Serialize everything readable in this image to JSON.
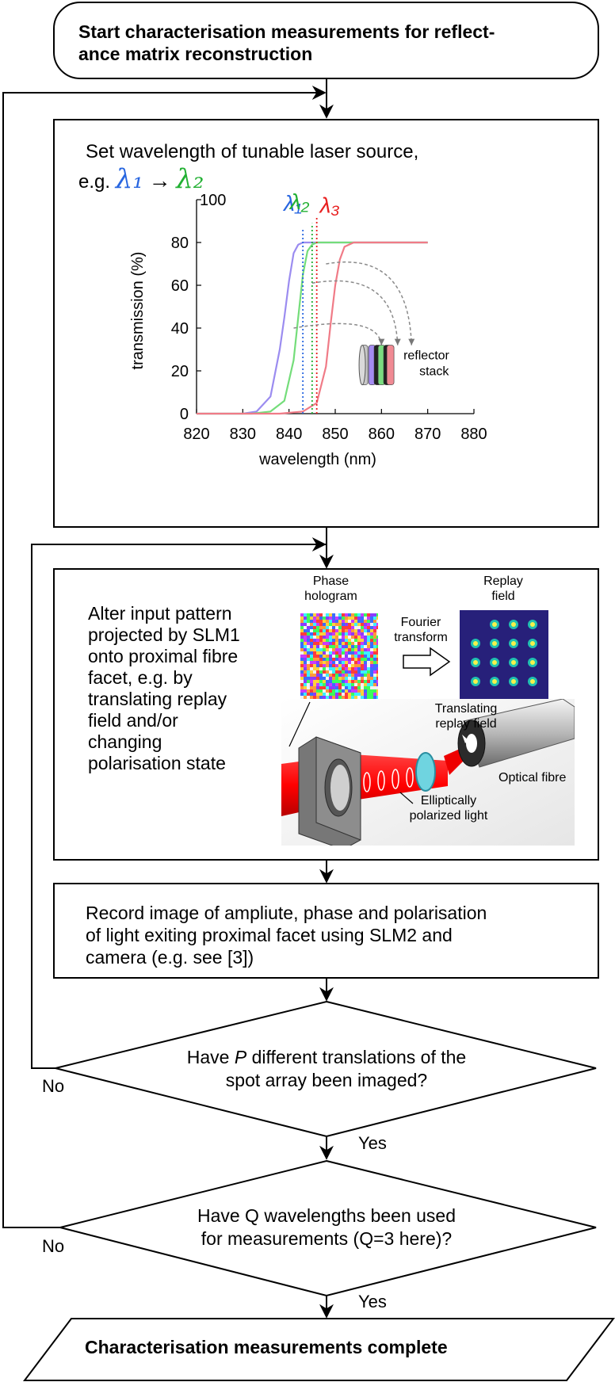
{
  "start": {
    "line1": "Start characterisation measurements for reflect-",
    "line2": "ance matrix reconstruction"
  },
  "wavelength_step": {
    "line1": "Set wavelength of tunable laser source,",
    "eg": "e.g.",
    "lambda1": "λ₁",
    "lambda2": "λ₂",
    "arrow": "→"
  },
  "chart_data": {
    "type": "line",
    "title": "",
    "xlabel": "wavelength (nm)",
    "ylabel": "transmission (%)",
    "xlim": [
      820,
      880
    ],
    "ylim": [
      0,
      100
    ],
    "xticks": [
      "820",
      "830",
      "840",
      "850",
      "860",
      "870",
      "880"
    ],
    "yticks": [
      "0",
      "20",
      "40",
      "60",
      "80",
      "100"
    ],
    "series": [
      {
        "color": "#9b8cf0",
        "points": [
          [
            820,
            0
          ],
          [
            830,
            0
          ],
          [
            833,
            1
          ],
          [
            836,
            8
          ],
          [
            838,
            30
          ],
          [
            839,
            45
          ],
          [
            840,
            62
          ],
          [
            841,
            75
          ],
          [
            842,
            79
          ],
          [
            843,
            80
          ],
          [
            870,
            80
          ]
        ]
      },
      {
        "color": "#74dd7a",
        "points": [
          [
            820,
            0
          ],
          [
            832,
            0
          ],
          [
            836,
            1
          ],
          [
            839,
            6
          ],
          [
            841,
            25
          ],
          [
            842,
            45
          ],
          [
            843,
            65
          ],
          [
            844,
            76
          ],
          [
            845,
            79
          ],
          [
            846,
            80
          ],
          [
            870,
            80
          ]
        ]
      },
      {
        "color": "#f07b87",
        "points": [
          [
            820,
            0
          ],
          [
            838,
            0
          ],
          [
            843,
            1
          ],
          [
            846,
            5
          ],
          [
            848,
            22
          ],
          [
            849,
            42
          ],
          [
            850,
            60
          ],
          [
            851,
            72
          ],
          [
            852,
            78
          ],
          [
            854,
            80
          ],
          [
            870,
            80
          ]
        ]
      }
    ],
    "markers": [
      {
        "label": "λ₁",
        "x": 843,
        "color": "#2866e0"
      },
      {
        "label": "λ₂",
        "x": 845,
        "color": "#22b033"
      },
      {
        "label": "λ₃",
        "x": 846,
        "color": "#e82020"
      }
    ],
    "annotation": {
      "line1": "reflector",
      "line2": "stack"
    }
  },
  "slm_step": {
    "lines": [
      "Alter input pattern",
      "projected by SLM1",
      "onto proximal fibre",
      "facet, e.g. by",
      "translating replay",
      "field and/or",
      "changing",
      "polarisation state"
    ],
    "phase_hologram": [
      "Phase",
      "hologram"
    ],
    "fourier": [
      "Fourier",
      "transform"
    ],
    "replay": [
      "Replay",
      "field"
    ],
    "translating": [
      "Translating",
      "replay field"
    ],
    "optical_fibre": "Optical fibre",
    "elliptically": [
      "Elliptically",
      "polarized light"
    ]
  },
  "record_step": {
    "line1": "Record image of ampliute, phase and polarisation",
    "line2": "of light exiting proximal facet using SLM2 and",
    "line3": "camera (e.g. see [3])"
  },
  "decision_p": {
    "line1_pre": "Have ",
    "line1_var": "P",
    "line1_post": " different translations of the",
    "line2": "spot array been imaged?",
    "no": "No",
    "yes": "Yes"
  },
  "decision_q": {
    "line1": "Have Q wavelengths been used",
    "line2": "for measurements (Q=3 here)?",
    "no": "No",
    "yes": "Yes"
  },
  "end": {
    "label": "Characterisation measurements complete"
  }
}
